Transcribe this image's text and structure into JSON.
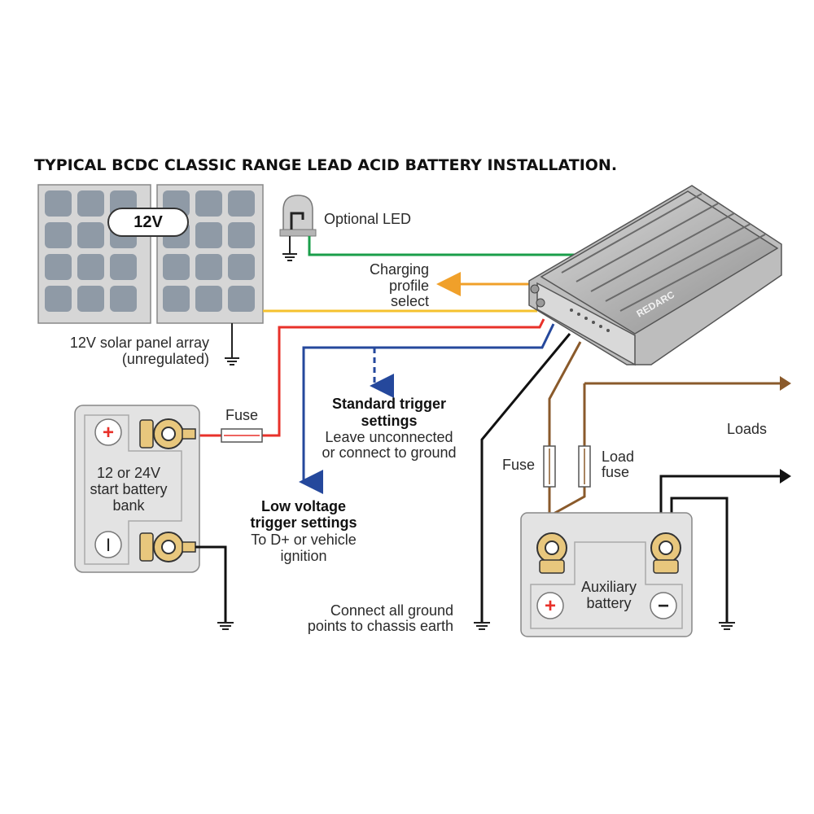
{
  "title": "TYPICAL BCDC CLASSIC RANGE LEAD ACID BATTERY INSTALLATION.",
  "solar": {
    "badge": "12V",
    "caption_line1": "12V solar panel array",
    "caption_line2": "(unregulated)"
  },
  "led": {
    "label": "Optional LED"
  },
  "charging_profile": {
    "line1": "Charging",
    "line2": "profile",
    "line3": "select"
  },
  "start_battery": {
    "fuse_label": "Fuse",
    "line1": "12 or 24V",
    "line2": "start battery",
    "line3": "bank",
    "plus_symbol": "+",
    "minus_symbol": "I"
  },
  "standard_trigger": {
    "heading1": "Standard trigger",
    "heading2": "settings",
    "line1": "Leave unconnected",
    "line2": "or connect to ground"
  },
  "low_voltage_trigger": {
    "heading1": "Low voltage",
    "heading2": "trigger settings",
    "line1": "To D+ or vehicle",
    "line2": "ignition"
  },
  "ground_note": {
    "line1": "Connect all ground",
    "line2": "points to chassis earth"
  },
  "aux_battery": {
    "fuse_label": "Fuse",
    "load_fuse_line1": "Load",
    "load_fuse_line2": "fuse",
    "line1": "Auxiliary",
    "line2": "battery",
    "plus_symbol": "+",
    "minus_symbol": "−"
  },
  "loads": {
    "label": "Loads"
  },
  "device": {
    "brand": "REDARC"
  },
  "colors": {
    "green": "#1a9e4a",
    "orange": "#f0a02a",
    "yellow": "#f5c22e",
    "red": "#e8312a",
    "blue": "#25489c",
    "brown": "#8a5a2b",
    "black": "#111111",
    "terminal": "#e8c77d"
  }
}
